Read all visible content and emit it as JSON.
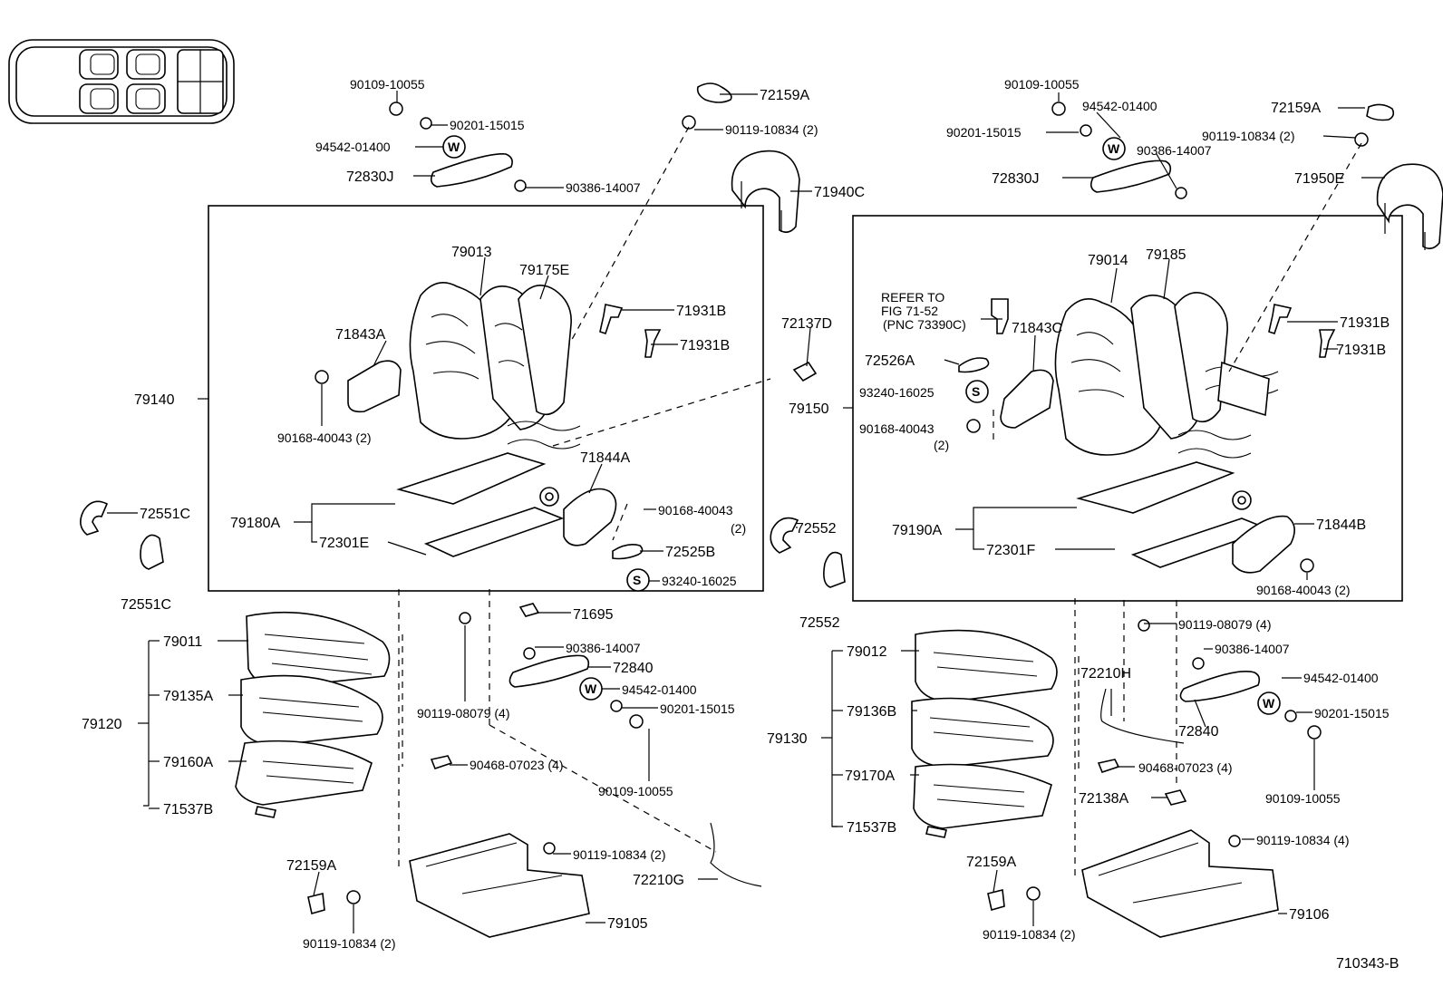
{
  "diagram": {
    "drawing_number": "710343-B",
    "left_assembly": {
      "labels": {
        "p72159A_top": "72159A",
        "p90109_10055_top": "90109-10055",
        "p90201_15015_top": "90201-15015",
        "p90119_10834_top": "90119-10834 (2)",
        "p94542_01400_top": "94542-01400",
        "p72830J": "72830J",
        "p90386_14007_top": "90386-14007",
        "p71940C": "71940C",
        "p79013": "79013",
        "p79175E": "79175E",
        "p71931B_a": "71931B",
        "p71931B_b": "71931B",
        "p71843A": "71843A",
        "p79140": "79140",
        "p90168_40043_a": "90168-40043 (2)",
        "p71844A": "71844A",
        "p90168_40043_b": "90168-40043",
        "p90168_40043_b2": "(2)",
        "p79180A": "79180A",
        "p72301E": "72301E",
        "p72525B": "72525B",
        "p93240_16025": "93240-16025",
        "p72551C_a": "72551C",
        "p72551C_b": "72551C",
        "p71695": "71695",
        "p79011": "79011",
        "p90386_14007_bot": "90386-14007",
        "p72840": "72840",
        "p79135A": "79135A",
        "p94542_01400_bot": "94542-01400",
        "p79120": "79120",
        "p90201_15015_bot": "90201-15015",
        "p90119_08079": "90119-08079 (4)",
        "p79160A": "79160A",
        "p90468_07023": "90468-07023 (4)",
        "p90109_10055_bot": "90109-10055",
        "p71537B": "71537B",
        "p90119_10834_bot": "90119-10834 (2)",
        "p72210G": "72210G",
        "p72159A_bot": "72159A",
        "p79105": "79105",
        "p90119_10834_bot2": "90119-10834 (2)"
      }
    },
    "right_assembly": {
      "labels": {
        "p90109_10055_top": "90109-10055",
        "p94542_01400_top": "94542-01400",
        "p72159A_top": "72159A",
        "p90201_15015_top": "90201-15015",
        "p90119_10834_top": "90119-10834 (2)",
        "p90386_14007_top": "90386-14007",
        "p72830J": "72830J",
        "p71950E": "71950E",
        "p79014": "79014",
        "p79185": "79185",
        "refer_1": "REFER TO",
        "refer_2": "FIG 71-52",
        "refer_3": "(PNC 73390C)",
        "p71843C": "71843C",
        "p71931B_a": "71931B",
        "p71931B_b": "71931B",
        "p72137D": "72137D",
        "p72526A": "72526A",
        "p93240_16025": "93240-16025",
        "p79150": "79150",
        "p90168_40043_a": "90168-40043",
        "p90168_40043_a2": "(2)",
        "p79190A": "79190A",
        "p72552_a": "72552",
        "p72301F": "72301F",
        "p71844B": "71844B",
        "p90168_40043_b": "90168-40043 (2)",
        "p72552_b": "72552",
        "p90119_08079": "90119-08079 (4)",
        "p79012": "79012",
        "p72210H": "72210H",
        "p90386_14007_bot": "90386-14007",
        "p94542_01400_bot": "94542-01400",
        "p79136B": "79136B",
        "p72840": "72840",
        "p90201_15015_bot": "90201-15015",
        "p79130": "79130",
        "p79170A": "79170A",
        "p90468_07023": "90468-07023 (4)",
        "p72138A": "72138A",
        "p90109_10055_bot": "90109-10055",
        "p71537B": "71537B",
        "p90119_10834_bot": "90119-10834 (4)",
        "p72159A_bot": "72159A",
        "p79106": "79106",
        "p90119_10834_bot2": "90119-10834 (2)"
      }
    },
    "symbols": {
      "washer": "W",
      "spacer": "S"
    }
  }
}
